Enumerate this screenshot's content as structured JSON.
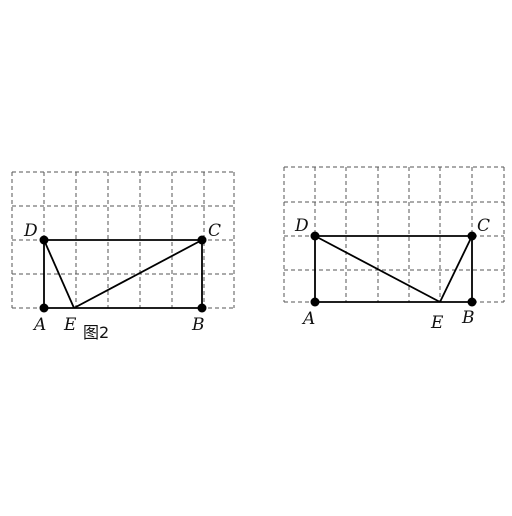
{
  "figures": [
    {
      "caption": "图2",
      "labels": {
        "A": "A",
        "B": "B",
        "C": "C",
        "D": "D",
        "E": "E"
      }
    },
    {
      "caption": "",
      "labels": {
        "A": "A",
        "B": "B",
        "C": "C",
        "D": "D",
        "E": "E"
      }
    }
  ]
}
